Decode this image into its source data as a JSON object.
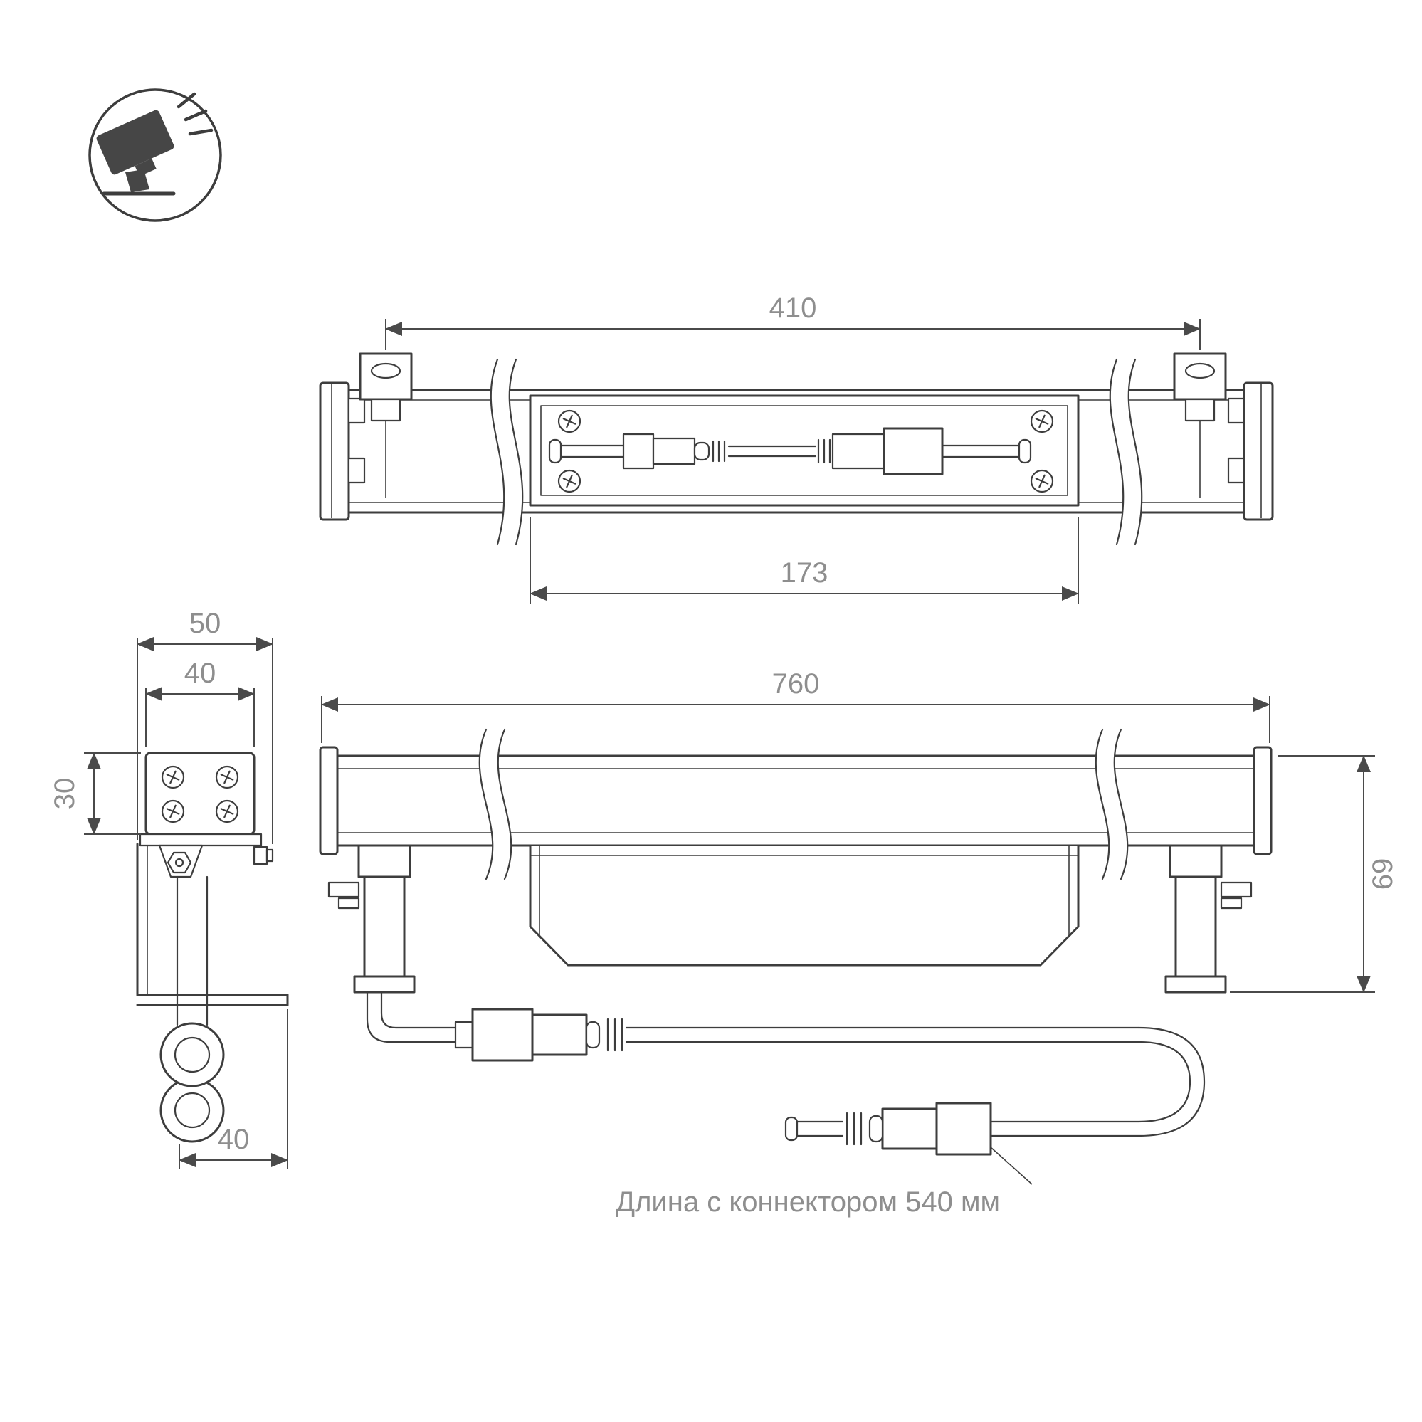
{
  "icon": {
    "name": "tilted-floodlight-pictogram"
  },
  "views": {
    "top": {
      "dim_overall": "410",
      "dim_inner": "173"
    },
    "front": {
      "dim_length": "760",
      "dim_height": "69"
    },
    "side": {
      "dim_width_outer": "50",
      "dim_width_body": "40",
      "dim_height": "30",
      "dim_foot": "40"
    }
  },
  "annotation": {
    "connector_note": "Длина с коннектором 540 мм"
  },
  "colors": {
    "line": "#3d3d3d",
    "dimension": "#4a4a4a",
    "label_text": "#8e8e8e",
    "background": "#ffffff"
  }
}
